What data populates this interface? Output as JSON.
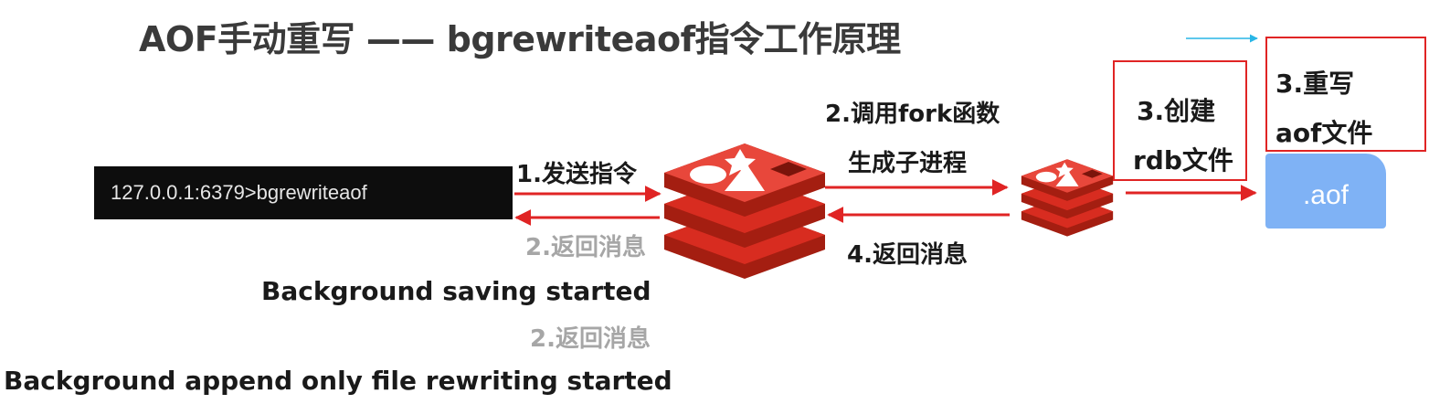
{
  "title": "AOF手动重写 —— bgrewriteaof指令工作原理",
  "terminal": {
    "command": "127.0.0.1:6379>bgrewriteaof"
  },
  "steps": {
    "send_command": "1.发送指令",
    "return_msg_1": "2.返回消息",
    "fork": "2.调用fork函数",
    "child_process": "生成子进程",
    "return_msg_4": "4.返回消息",
    "create_rdb_line1": "3.创建",
    "create_rdb_line2": "rdb文件",
    "rewrite_line1": "3.重写",
    "rewrite_line2": "aof文件"
  },
  "messages": {
    "bg_saving": "Background saving started",
    "return_msg_2": "2.返回消息",
    "bg_aof": "Background append only file rewriting started"
  },
  "file": {
    "label": ".aof"
  },
  "colors": {
    "arrow": "#e02424",
    "redis_dark": "#a41e11",
    "redis_mid": "#d82c20",
    "redis_light": "#e8473b",
    "file_blue": "#7fb2f5",
    "cyan_arrow": "#29b6e6"
  },
  "icons": [
    "redis-server-icon",
    "redis-child-icon",
    "file-icon"
  ]
}
